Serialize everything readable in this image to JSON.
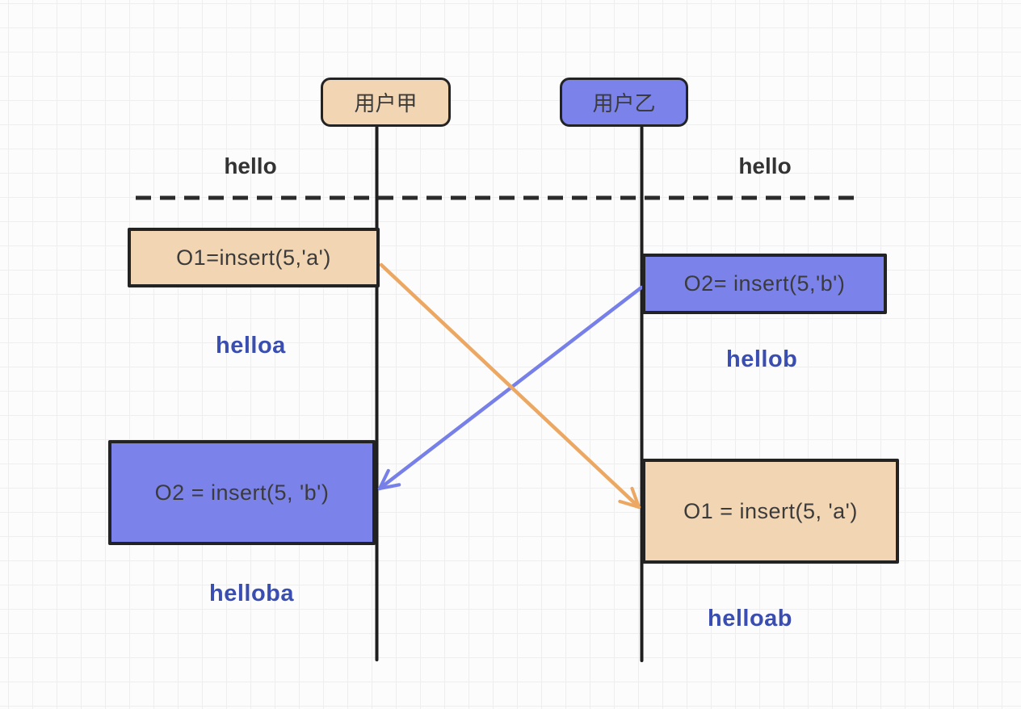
{
  "colors": {
    "background": "#fcfcfc",
    "grid_line": "#eeeeee",
    "stroke_dark": "#232323",
    "tan_fill": "#f2d5b2",
    "purple_fill": "#7b83eb",
    "blue_text": "#3a4db1",
    "orange_arrow": "#eca863",
    "purple_arrow": "#7780e8",
    "box_text": "#3b3b3b",
    "hello_text": "#333333"
  },
  "actors": {
    "a": {
      "label": "用户甲"
    },
    "b": {
      "label": "用户乙"
    }
  },
  "lanes": {
    "a": {
      "initial_state": "hello",
      "local_operation": "O1=insert(5,'a')",
      "state_after_local": "helloa",
      "remote_operation": "O2 = insert(5, 'b')",
      "final_state": "helloba"
    },
    "b": {
      "initial_state": "hello",
      "local_operation": "O2= insert(5,'b')",
      "state_after_local": "hellob",
      "remote_operation": "O1 = insert(5, 'a')",
      "final_state": "helloab"
    }
  }
}
